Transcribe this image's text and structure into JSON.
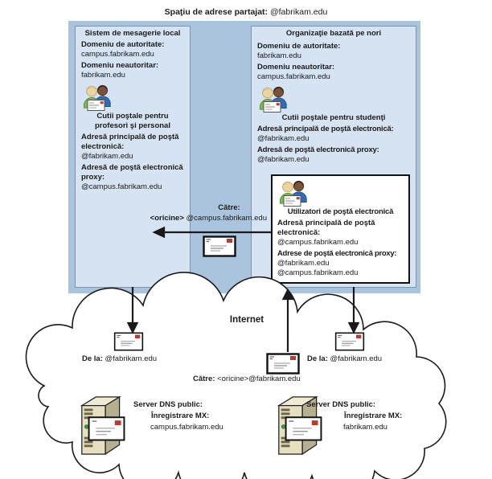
{
  "title": {
    "label": "Spaţiu de adrese partajat:",
    "value": " @fabrikam.edu"
  },
  "left_box": {
    "title": "Sistem de mesagerie local",
    "auth_label": "Domeniu de autoritate:",
    "auth_value": "campus.fabrikam.edu",
    "nonauth_label": "Domeniu neautoritar:",
    "nonauth_value": "fabrikam.edu",
    "mailboxes_caption": "Cutii poştale pentru profesori şi personal",
    "primary_label": "Adresă principală de poştă electronică:",
    "primary_value": "@fabrikam.edu",
    "proxy_label": "Adresă de poştă electronică proxy:",
    "proxy_value": "@campus.fabrikam.edu"
  },
  "route_between_boxes": {
    "label": "Către:",
    "recipient_bold": "<oricine>",
    "recipient_rest": " @campus.fabrikam.edu"
  },
  "right_box": {
    "title": "Organizaţie bazată pe nori",
    "auth_label": "Domeniu de autoritate:",
    "auth_value": "fabrikam.edu",
    "nonauth_label": "Domeniu neautoritar:",
    "nonauth_value": "campus.fabrikam.edu",
    "mailboxes_caption": "Cutii poştale pentru studenţi",
    "primary_label": "Adresă principală de poştă electronică:",
    "primary_value": "@fabrikam.edu",
    "proxy_label": "Adresă de poştă electronică proxy:",
    "proxy_value": "@fabrikam.edu"
  },
  "inner_box": {
    "caption": "Utilizatori de poştă electronică",
    "primary_label": "Adresă principală de poştă electronică:",
    "primary_value": "@campus.fabrikam.edu",
    "proxy_label": "Adrese de poştă electronică proxy:",
    "proxy_values": [
      "@fabrikam.edu",
      "@campus.fabrikam.edu"
    ]
  },
  "cloud": {
    "label": "Internet",
    "from_left_label": "De la:",
    "from_left_value": " @fabrikam.edu",
    "from_right_label": "De la:",
    "from_right_value": " @fabrikam.edu",
    "to_label": "Către:",
    "to_value": " <oricine>@fabrikam.edu",
    "server_left": {
      "title": "Server DNS public:",
      "mx_label": "Înregistrare MX:",
      "mx_value": "campus.fabrikam.edu"
    },
    "server_right": {
      "title": "Server DNS public:",
      "mx_label": "Înregistrare MX:",
      "mx_value": "fabrikam.edu"
    }
  },
  "icons": {
    "people": "two-users-with-envelope",
    "envelope": "mail-envelope",
    "server": "dns-server-tower"
  },
  "colors": {
    "outer_container": "#a9c4dc",
    "system_box": "#d5e3f2",
    "system_box_border": "#7e95a9",
    "inner_box_border": "#111111",
    "stamp_red": "#c0392b",
    "shirt_green": "#7cb950",
    "shirt_blue": "#2e6db5"
  }
}
